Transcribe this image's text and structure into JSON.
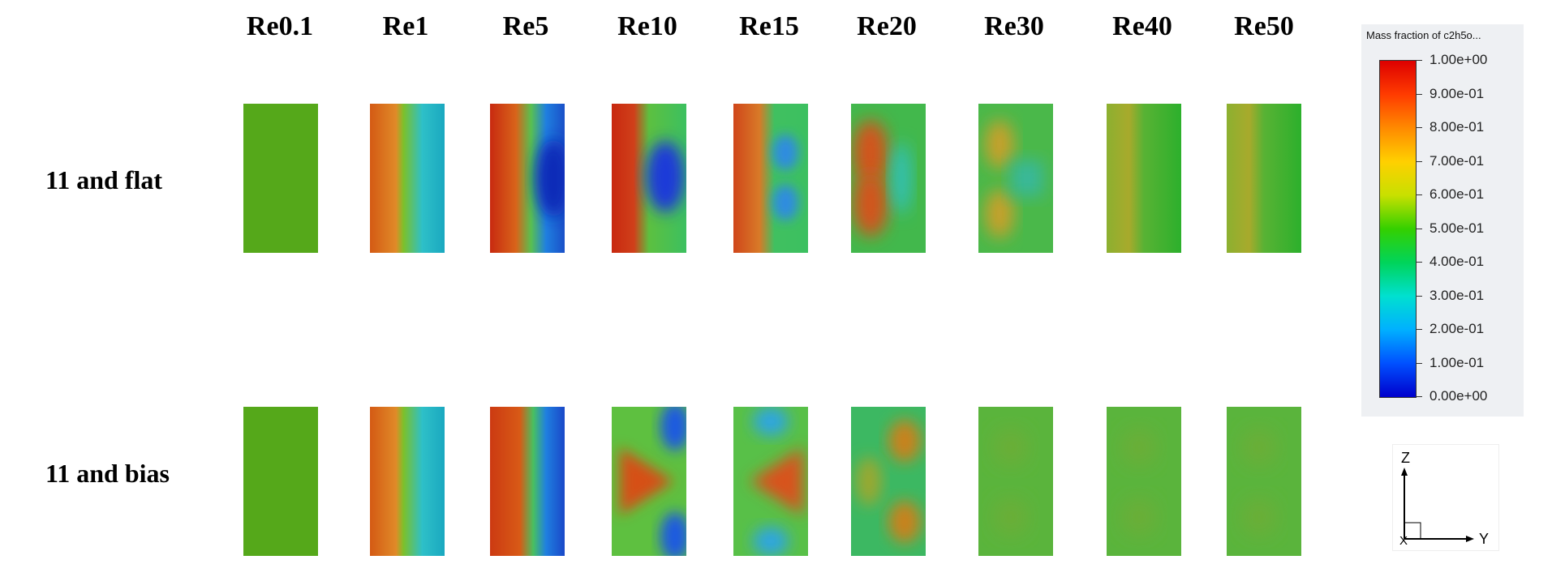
{
  "columns": [
    "Re0.1",
    "Re1",
    "Re5",
    "Re10",
    "Re15",
    "Re20",
    "Re30",
    "Re40",
    "Re50"
  ],
  "rows": [
    {
      "label": "11 and flat",
      "fields": [
        "uniform-mid",
        "left-high-blue-right",
        "left-high-deep-blue-right",
        "left-high-blue-core",
        "double-blue-lobes",
        "red-arc-cyan-right",
        "faded-orange-lobes",
        "faded-orange-stripe",
        "faded-orange-stripe"
      ]
    },
    {
      "label": "11 and bias",
      "fields": [
        "uniform-mid",
        "left-high-blue-right",
        "red-left-blue-right",
        "red-triangle-blue-corners",
        "red-triangle-cyan-corners",
        "wavy-orange-green",
        "faint-green",
        "faint-green",
        "faint-green"
      ]
    }
  ],
  "legend": {
    "title": "Mass fraction of c2h5o...",
    "ticks": [
      "1.00e+00",
      "9.00e-01",
      "8.00e-01",
      "7.00e-01",
      "6.00e-01",
      "5.00e-01",
      "4.00e-01",
      "3.00e-01",
      "2.00e-01",
      "1.00e-01",
      "0.00e+00"
    ],
    "colors": [
      "#dd0000",
      "#ff8a00",
      "#ffd000",
      "#34d000",
      "#00e0d0",
      "#0050ff",
      "#0000cc"
    ]
  },
  "axes": {
    "vertical": "Z",
    "horizontal": "Y",
    "out_of_plane": "X"
  }
}
